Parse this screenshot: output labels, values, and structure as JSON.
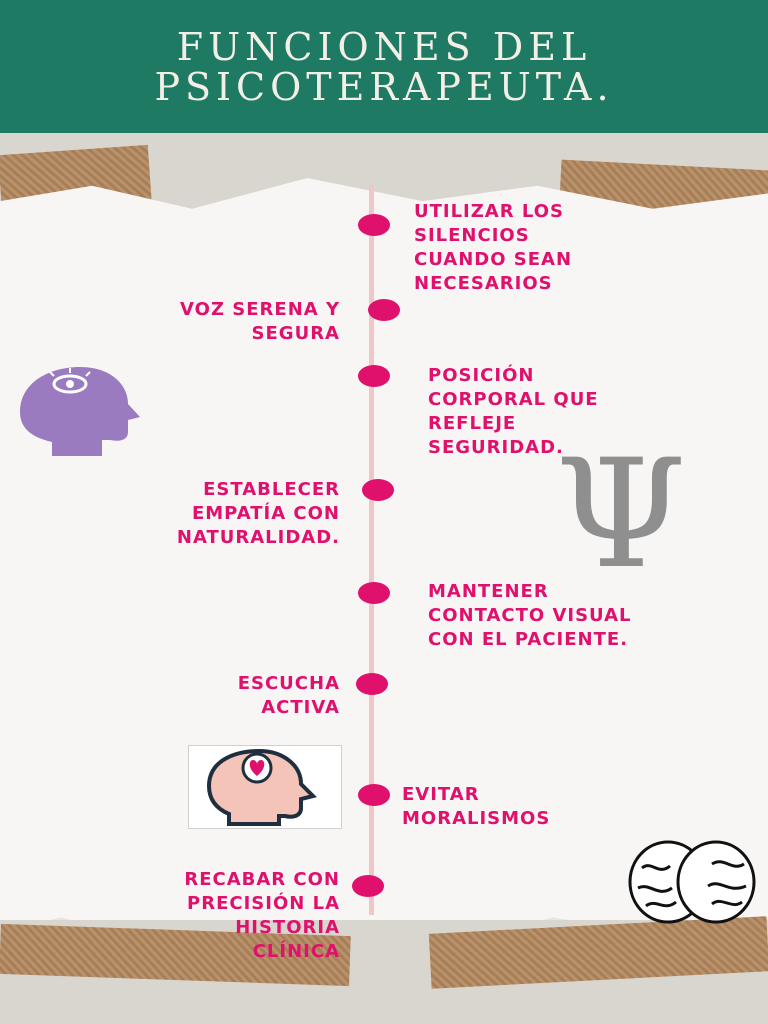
{
  "header": {
    "title_line1": "FUNCIONES DEL",
    "title_line2": "PSICOTERAPEUTA."
  },
  "decor": {
    "psi_symbol": "Ψ",
    "icons": [
      "head-eye-icon",
      "head-heart-icon",
      "brain-icon"
    ]
  },
  "colors": {
    "header_bg": "#1e7a62",
    "accent": "#e0106d",
    "timeline": "#f0c6c6",
    "head_purple": "#9b7bbf",
    "head_pink": "#f5c4b8"
  },
  "items": [
    {
      "text": "UTILIZAR LOS\nSILENCIOS\nCUANDO SEAN\nNECESARIOS",
      "side": "right"
    },
    {
      "text": "VOZ SERENA Y\nSEGURA",
      "side": "left"
    },
    {
      "text": "POSICIÓN\nCORPORAL QUE\nREFLEJE\nSEGURIDAD.",
      "side": "right"
    },
    {
      "text": "ESTABLECER\nEMPATÍA CON\nNATURALIDAD.",
      "side": "left"
    },
    {
      "text": "MANTENER\nCONTACTO VISUAL\nCON EL PACIENTE.",
      "side": "right"
    },
    {
      "text": "ESCUCHA\nACTIVA",
      "side": "left"
    },
    {
      "text": "EVITAR\nMORALISMOS",
      "side": "right"
    },
    {
      "text": "RECABAR CON\nPRECISIÓN LA\nHISTORIA\nCLÍNICA",
      "side": "left"
    }
  ]
}
